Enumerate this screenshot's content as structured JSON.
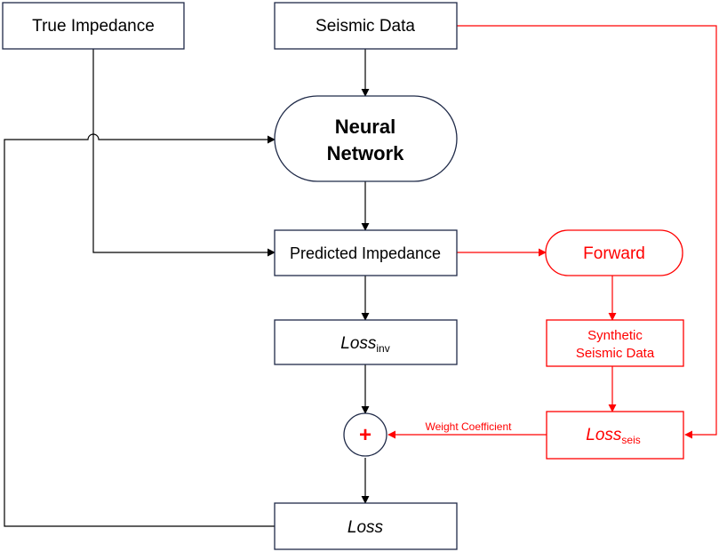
{
  "nodes": {
    "true_impedance": "True Impedance",
    "seismic_data": "Seismic Data",
    "neural_network_line1": "Neural",
    "neural_network_line2": "Network",
    "predicted_impedance": "Predicted Impedance",
    "forward": "Forward",
    "synthetic_line1": "Synthetic",
    "synthetic_line2": "Seismic Data",
    "loss_inv_main": "Loss",
    "loss_inv_sub": "inv",
    "loss_seis_main": "Loss",
    "loss_seis_sub": "seis",
    "plus_symbol": "+",
    "loss": "Loss"
  },
  "edges": {
    "weight_coefficient": "Weight Coefficient"
  },
  "colors": {
    "primary": "#1f2a48",
    "accent": "#ff0000",
    "line": "#000000"
  }
}
